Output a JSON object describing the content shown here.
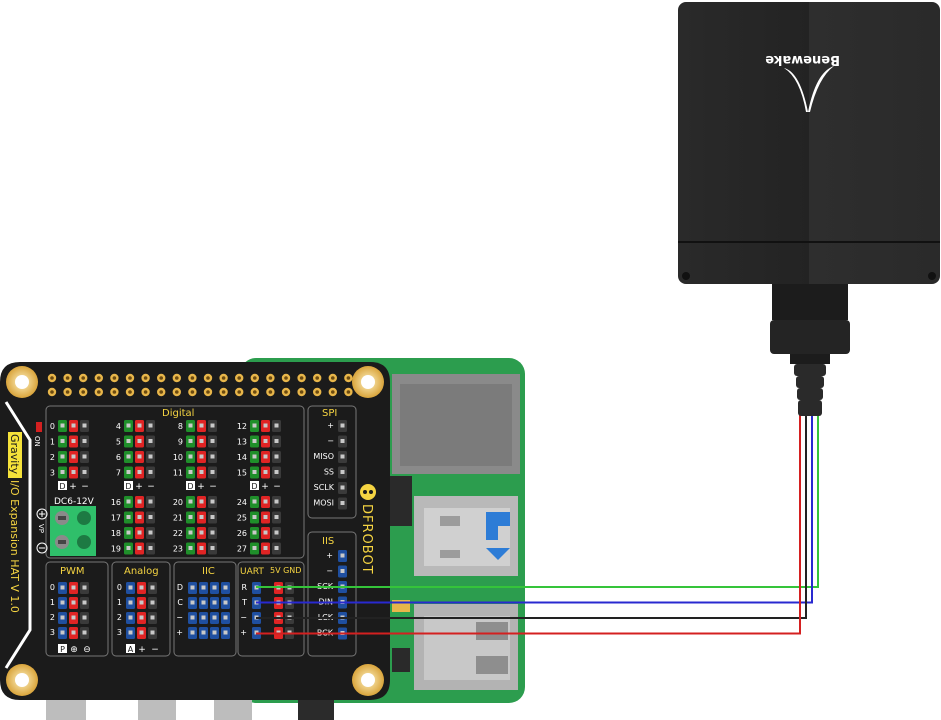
{
  "board": {
    "brand": "DFROBOT",
    "gravity": "Gravity",
    "title": "I/O Expansion HAT V 1.0",
    "on_label": "ON",
    "power_label": "DC6-12V",
    "vp_label": "VP"
  },
  "headers": {
    "digital": "Digital",
    "spi": "SPI",
    "pwm": "PWM",
    "analog": "Analog",
    "iic": "IIC",
    "uart": "UART",
    "power": "5V GND",
    "iis": "IIS"
  },
  "digital_columns": [
    {
      "pins": [
        "0",
        "1",
        "2",
        "3"
      ]
    },
    {
      "pins": [
        "4",
        "5",
        "6",
        "7"
      ]
    },
    {
      "pins": [
        "8",
        "9",
        "10",
        "11"
      ]
    },
    {
      "pins": [
        "12",
        "13",
        "14",
        "15"
      ]
    },
    {
      "pins": [
        "16",
        "17",
        "18",
        "19"
      ]
    },
    {
      "pins": [
        "20",
        "21",
        "22",
        "23"
      ]
    },
    {
      "pins": [
        "24",
        "25",
        "26",
        "27"
      ]
    }
  ],
  "digital_footer": [
    "D",
    "+",
    "−"
  ],
  "spi_pins": [
    "+",
    "−",
    "MISO",
    "SS",
    "SCLK",
    "MOSI"
  ],
  "pwm_pins": [
    "0",
    "1",
    "2",
    "3"
  ],
  "pwm_footer": [
    "P",
    "⊕",
    "⊖"
  ],
  "analog_pins": [
    "0",
    "1",
    "2",
    "3"
  ],
  "analog_footer": [
    "A",
    "+",
    "−"
  ],
  "iic_pins": [
    "D",
    "C",
    "−",
    "+"
  ],
  "uart_pins": [
    "R",
    "T",
    "−",
    "+"
  ],
  "iis_pins": [
    "+",
    "−",
    "SCK",
    "DIN",
    "LCK",
    "BCK"
  ],
  "sensor": {
    "brand": "Benewake"
  },
  "wires": [
    {
      "pin": "SCK",
      "color": "#35c43a"
    },
    {
      "pin": "DIN",
      "color": "#2929d0"
    },
    {
      "pin": "LCK",
      "color": "#222222"
    },
    {
      "pin": "BCK",
      "color": "#d42020"
    }
  ],
  "colors": {
    "board": "#1b1b1b",
    "pcb": "#2c9d4e",
    "gold": "#e8b64a",
    "pin_green": "#1f8f2a",
    "pin_red": "#e02424",
    "pin_blue": "#1f4fa0",
    "pin_black": "#3a3a3a",
    "terminal": "#2fbf6a"
  }
}
